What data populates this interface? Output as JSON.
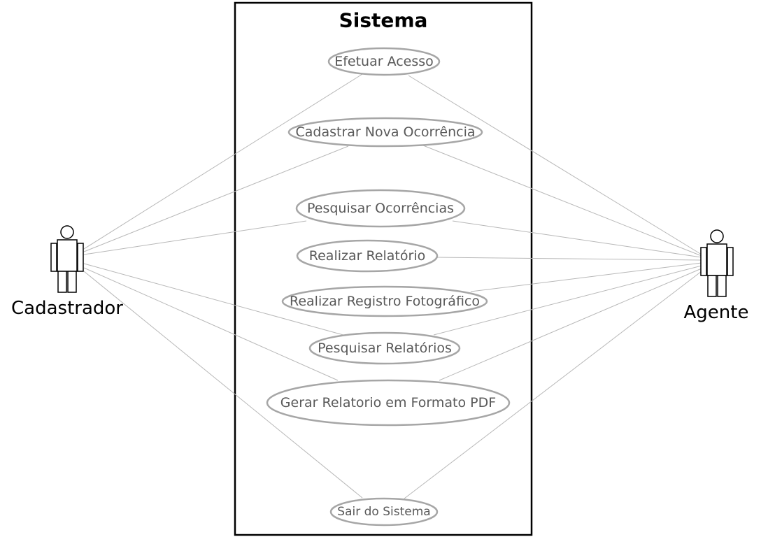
{
  "system": {
    "title": "Sistema"
  },
  "actors": {
    "cadastrador": {
      "label": "Cadastrador"
    },
    "agente": {
      "label": "Agente"
    }
  },
  "use_cases": [
    {
      "id": "efetuar-acesso",
      "label": "Efetuar Acesso",
      "actors": [
        "cadastrador",
        "agente"
      ]
    },
    {
      "id": "cadastrar-nova-ocorrencia",
      "label": "Cadastrar Nova Ocorrência",
      "actors": [
        "cadastrador",
        "agente"
      ]
    },
    {
      "id": "pesquisar-ocorrencias",
      "label": "Pesquisar Ocorrências",
      "actors": [
        "cadastrador",
        "agente"
      ]
    },
    {
      "id": "realizar-relatorio",
      "label": "Realizar Relatório",
      "actors": [
        "agente"
      ]
    },
    {
      "id": "realizar-registro-fotografico",
      "label": "Realizar Registro Fotográfico",
      "actors": [
        "agente"
      ]
    },
    {
      "id": "pesquisar-relatorios",
      "label": "Pesquisar Relatórios",
      "actors": [
        "cadastrador",
        "agente"
      ]
    },
    {
      "id": "gerar-relatorio-pdf",
      "label": "Gerar Relatorio em Formato PDF",
      "actors": [
        "cadastrador",
        "agente"
      ]
    },
    {
      "id": "sair-do-sistema",
      "label": "Sair do Sistema",
      "actors": [
        "cadastrador",
        "agente"
      ]
    }
  ]
}
